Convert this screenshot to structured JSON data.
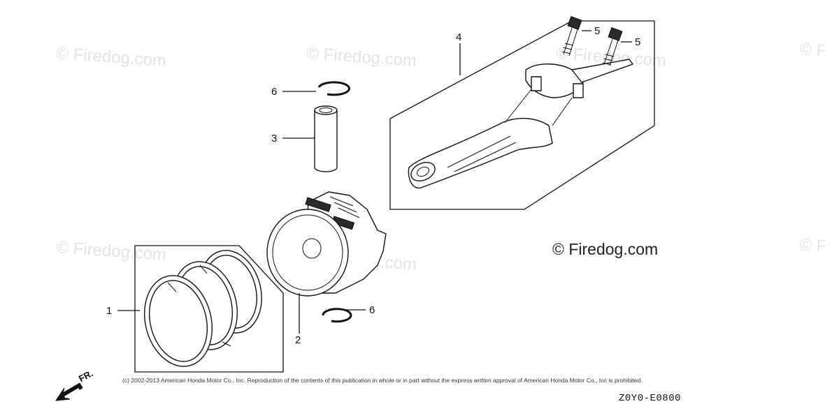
{
  "watermarks": {
    "faint_text": "© Firedog.com",
    "main_text": "© Firedog.com"
  },
  "callouts": {
    "c1": "1",
    "c2": "2",
    "c3": "3",
    "c4": "4",
    "c5a": "5",
    "c5b": "5",
    "c6a": "6",
    "c6b": "6"
  },
  "footer": {
    "copyright": "(c) 2002-2013 American Honda Motor Co., Inc. Reproduction of the contents of this publication in whole or in part without the express written approval of American Honda Motor Co., Inc is prohibited.",
    "diagram_code": "Z0Y0-E0800",
    "direction_label": "FR."
  },
  "icons": {
    "direction_arrow": "front-direction-arrow-icon"
  }
}
